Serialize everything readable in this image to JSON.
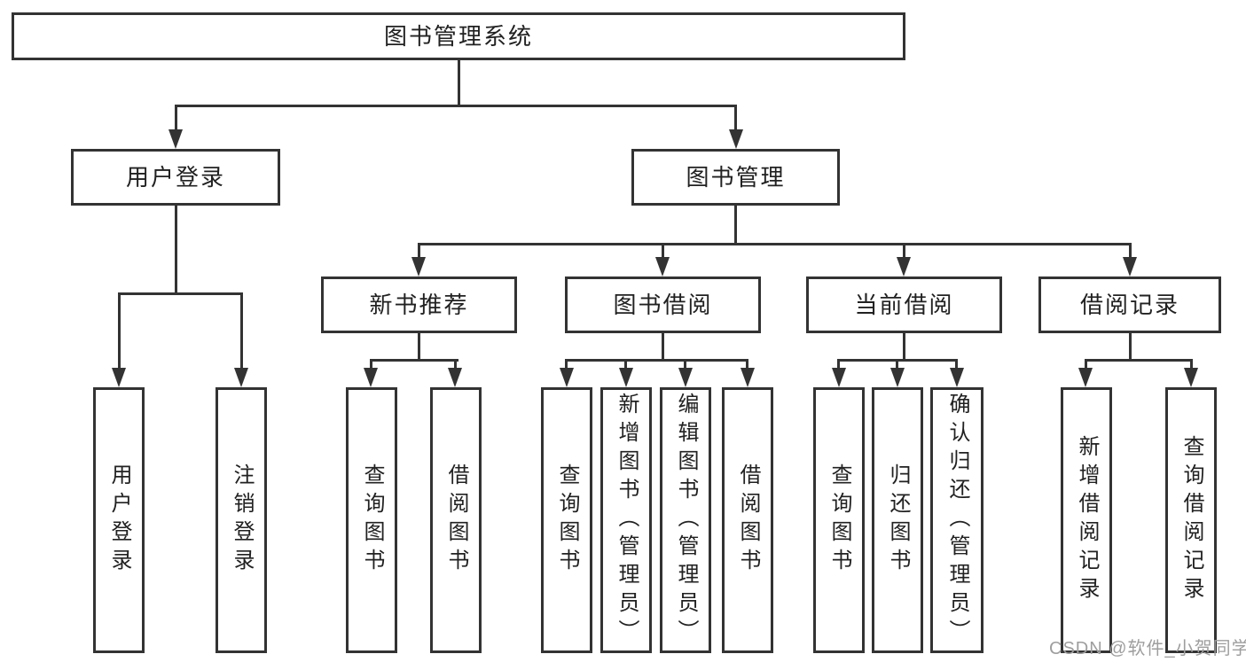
{
  "diagram": {
    "watermark": "CSDN @软件_小贺同学",
    "colors": {
      "line": "#333333",
      "text": "#212121",
      "background": "#ffffff",
      "watermark": "#9e9e9e"
    },
    "root": {
      "label": "图书管理系统",
      "children": [
        {
          "label": "用户登录",
          "children": [
            {
              "label": "用户登录",
              "text_direction": "vertical"
            },
            {
              "label": "注销登录",
              "text_direction": "vertical"
            }
          ]
        },
        {
          "label": "图书管理",
          "children": [
            {
              "label": "新书推荐",
              "children": [
                {
                  "label": "查询图书",
                  "text_direction": "vertical"
                },
                {
                  "label": "借阅图书",
                  "text_direction": "vertical"
                }
              ]
            },
            {
              "label": "图书借阅",
              "children": [
                {
                  "label": "查询图书",
                  "text_direction": "vertical"
                },
                {
                  "label": "新增图书（管理员）",
                  "text_direction": "vertical"
                },
                {
                  "label": "编辑图书（管理员）",
                  "text_direction": "vertical"
                },
                {
                  "label": "借阅图书",
                  "text_direction": "vertical"
                }
              ]
            },
            {
              "label": "当前借阅",
              "children": [
                {
                  "label": "查询图书",
                  "text_direction": "vertical"
                },
                {
                  "label": "归还图书",
                  "text_direction": "vertical"
                },
                {
                  "label": "确认归还（管理员）",
                  "text_direction": "vertical"
                }
              ]
            },
            {
              "label": "借阅记录",
              "children": [
                {
                  "label": "新增借阅记录",
                  "text_direction": "vertical"
                },
                {
                  "label": "查询借阅记录",
                  "text_direction": "vertical"
                }
              ]
            }
          ]
        }
      ]
    }
  }
}
